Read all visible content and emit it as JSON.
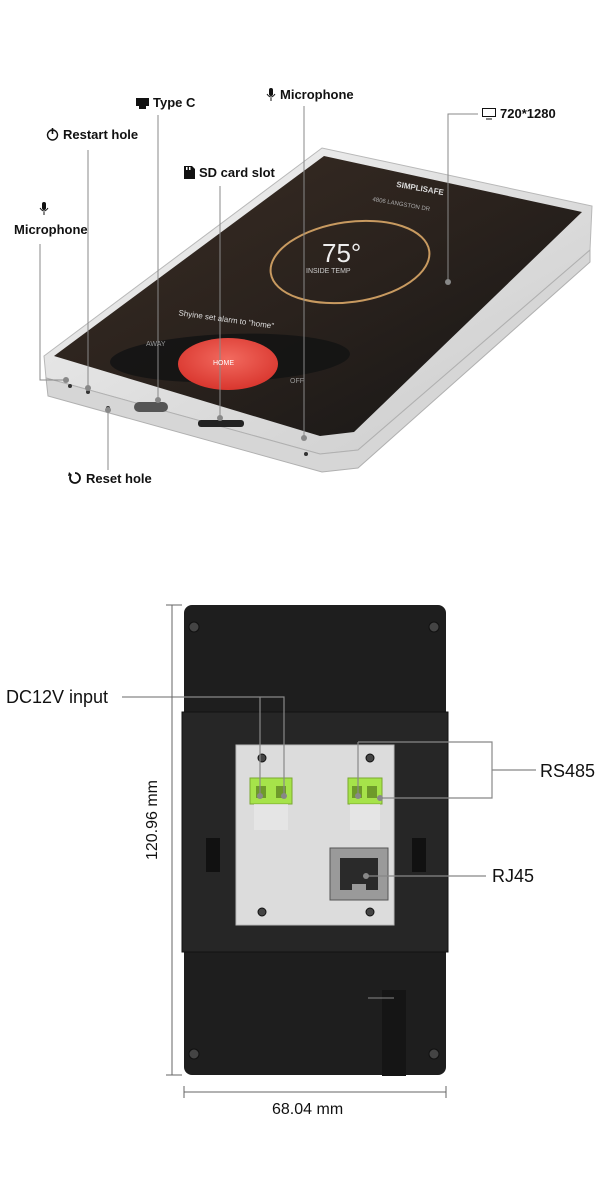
{
  "top_callouts": {
    "type_c": "Type C",
    "microphone_top": "Microphone",
    "restart_hole": "Restart hole",
    "resolution": "720*1280",
    "sd_card_slot": "SD card slot",
    "microphone_left": "Microphone",
    "reset_hole": "Reset hole"
  },
  "screen_ui": {
    "brand": "SIMPLISAFE",
    "address": "4806 LANGSTON DR",
    "temperature": "75°",
    "temp_caption": "INSIDE TEMP",
    "notification": "Shyine set alarm to \"home\"",
    "mode_away": "AWAY",
    "mode_home": "HOME",
    "mode_off": "OFF"
  },
  "bottom_callouts": {
    "dc_input": "DC12V input",
    "rs485": "RS485",
    "rj45": "RJ45",
    "height_dim": "120.96 mm",
    "width_dim": "68.04 mm"
  },
  "colors": {
    "home_button": "#e8433c",
    "terminal_green": "#a6e34a",
    "panel_black": "#1e1e1e",
    "plate_silver": "#dcdcdc"
  }
}
